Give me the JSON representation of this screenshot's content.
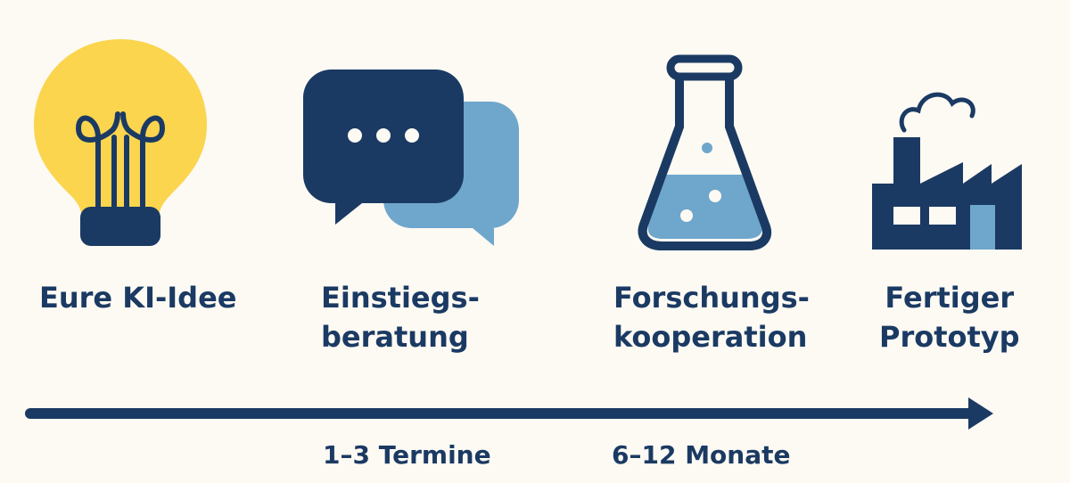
{
  "steps": [
    {
      "icon": "lightbulb-icon",
      "lines": [
        "Eure KI-Idee"
      ]
    },
    {
      "icon": "chat-bubbles-icon",
      "lines": [
        "Einstiegs-",
        "beratung"
      ]
    },
    {
      "icon": "flask-icon",
      "lines": [
        "Forschungs-",
        "kooperation"
      ]
    },
    {
      "icon": "factory-icon",
      "lines": [
        "Fertiger",
        "Prototyp"
      ]
    }
  ],
  "durations": [
    "1–3 Termine",
    "6–12 Monate"
  ],
  "colors": {
    "background": "#fcfaf3",
    "navy": "#1b3a63",
    "yellow": "#fbd54e",
    "light_blue": "#6fa6cc"
  }
}
